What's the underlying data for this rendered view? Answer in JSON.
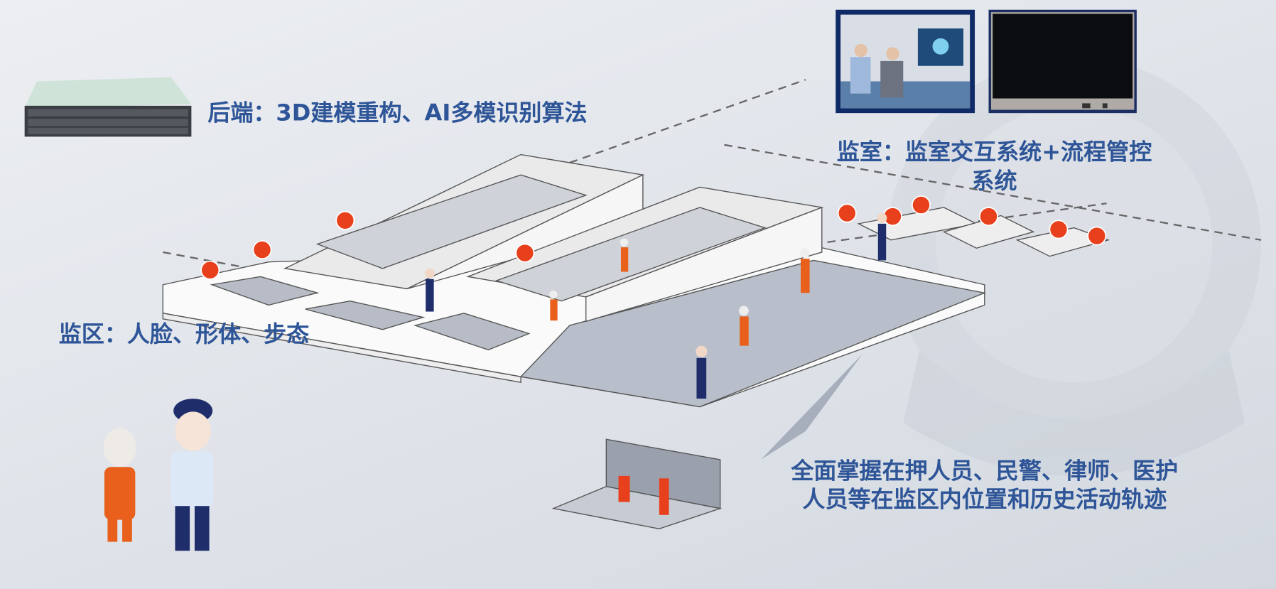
{
  "labels": {
    "backend": "后端：3D建模重构、AI多模识别算法",
    "cell_line1": "监室：监室交互系统+流程管控",
    "cell_line2": "系统",
    "zone": "监区：人脸、形体、步态",
    "summary_line1": "全面掌握在押人员、民警、律师、医护",
    "summary_line2": "人员等在监区内位置和历史活动轨迹"
  },
  "colors": {
    "text": "#2e5597",
    "sensor": "#e8401c",
    "inmate": "#e8601c",
    "police": "#1f2d6b",
    "photo_border": "#0f2a66"
  }
}
